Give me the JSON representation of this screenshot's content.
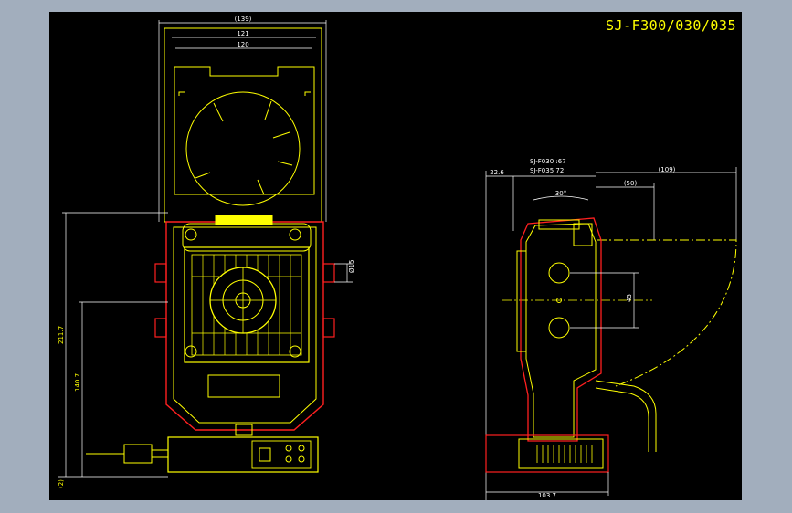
{
  "title_block": {
    "model": "SJ-F300/030/035"
  },
  "front_view": {
    "dim_overall_width": "(139)",
    "dim_width_121": "121",
    "dim_width_120": "120",
    "dim_height_211_7": "211.7",
    "dim_height_140_7": "140.7",
    "dim_base_offset": "(2)",
    "dim_knob_diameter": "Ø15"
  },
  "side_view": {
    "note_line_1": "SJ-F030 :67",
    "note_line_2": "SJ-F035  72",
    "dim_offset_22_6": "22.6",
    "dim_depth_109": "(109)",
    "dim_depth_50": "(50)",
    "dim_angle": "30°",
    "dim_45": "45",
    "dim_base_depth": "103.7"
  },
  "colors": {
    "background": "#000000",
    "frame": "#a2aebd",
    "geometry": "#ffff00",
    "outline": "#ff2020",
    "dimension_text": "#ffffff"
  }
}
